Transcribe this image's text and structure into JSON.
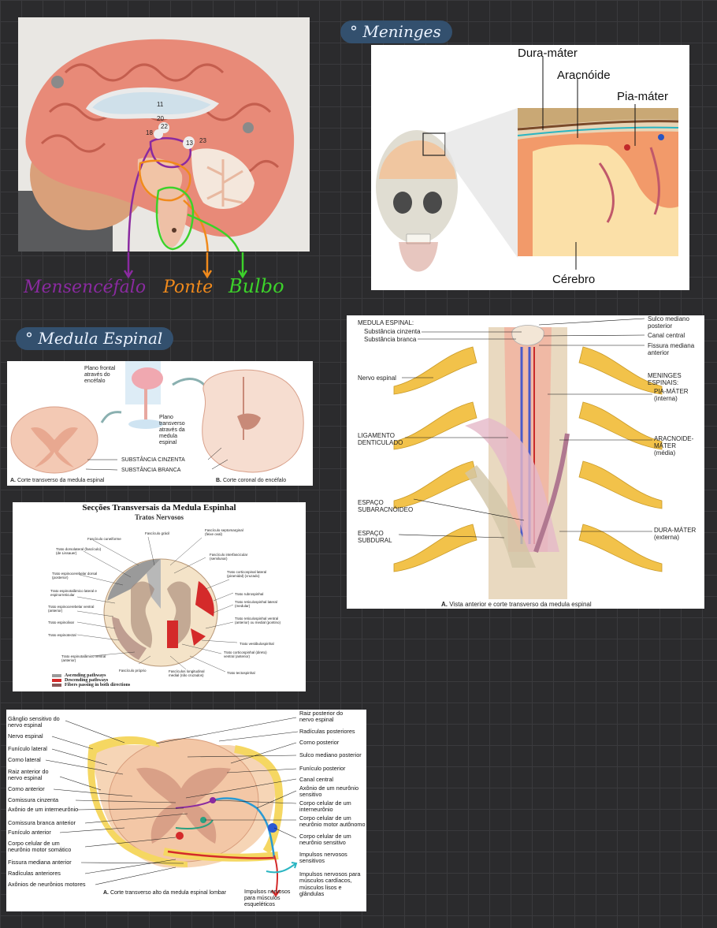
{
  "headings": {
    "meninges": "Meninges",
    "medula": "Medula Espinal"
  },
  "brain_photo": {
    "labels": {
      "mesencefalo": "Mensencéfalo",
      "ponte": "Ponte",
      "bulbo": "Bulbo"
    },
    "markers": [
      "11",
      "20",
      "22",
      "13",
      "23",
      "18"
    ],
    "colors": {
      "mesencefalo": "#8a2aa0",
      "ponte": "#f08a1c",
      "bulbo": "#3cd22a"
    }
  },
  "meninges_fig": {
    "dura": "Dura-máter",
    "aracnoide": "Aracnóide",
    "pia": "Pia-máter",
    "cerebro": "Cérebro"
  },
  "spinal_3d": {
    "title": "MEDULA ESPINAL:",
    "substancia_cinzenta": "Substância cinzenta",
    "substancia_branca": "Substância branca",
    "nervo_espinal": "Nervo espinal",
    "ligamento": [
      "LIGAMENTO",
      "DENTICULADO"
    ],
    "subaracnoideo": [
      "ESPAÇO",
      "SUBARACNÓIDEO"
    ],
    "subdural": [
      "ESPAÇO",
      "SUBDURAL"
    ],
    "sulco": [
      "Sulco mediano",
      "posterior"
    ],
    "canal": "Canal central",
    "fissura": [
      "Fissura mediana",
      "anterior"
    ],
    "meninges": [
      "MENINGES",
      "ESPINAIS:"
    ],
    "pia": [
      "PIA-MÁTER",
      "(interna)"
    ],
    "aracnoide": [
      "ARACNOIDE-",
      "MÁTER",
      "(média)"
    ],
    "dura": [
      "DURA-MÁTER",
      "(externa)"
    ],
    "caption_letter": "A.",
    "caption": "Vista anterior e corte transverso da medula espinal"
  },
  "sections_fig": {
    "plano_frontal": [
      "Plano frontal",
      "através do",
      "encéfalo"
    ],
    "plano_transverso": [
      "Plano",
      "transverso",
      "através da",
      "medula",
      "espinal"
    ],
    "cinzenta": "SUBSTÂNCIA CINZENTA",
    "branca": "SUBSTÂNCIA BRANCA",
    "caption_a_letter": "A.",
    "caption_a": "Corte transverso da medula espinal",
    "caption_b_letter": "B.",
    "caption_b": "Corte coronal do encéfalo"
  },
  "tracts_fig": {
    "title": "Secções Transversais da Medula Espinhal",
    "subtitle": "Tratos Nervosos",
    "left_labels": [
      "Fascículo cuneiforme",
      "Fascículo grácil",
      "Trato dorsolateral (fascículo) (de Lissauer)",
      "Trato espinocerebelar dorsal (posterior)",
      "Trato espinotalâmico lateral e espinorreticular",
      "Trato espinocerebelar ventral (anterior)",
      "Trato espinolivar",
      "Trato espinotectal",
      "Trato espinotalâmico ventral (anterior)",
      "Fascículo próprio"
    ],
    "right_labels": [
      "Fascículo septomarginal (feixe oval)",
      "Fascículo interfascicular (semilunar)",
      "Trato corticospinal lateral (piramidal) (cruzado)",
      "Trato rubrospinhal",
      "Trato reticulospinhal lateral (medular)",
      "Trato reticulospinhal ventral (anterior) ou medial (pontino)",
      "Trato vestibulospinhal",
      "Trato corticospinhal (direto) ventral (anterior)",
      "Trato tectospinhal",
      "Fascículos longitudinal medial (não cruzados)"
    ],
    "legend": [
      "Ascending pathways",
      "Descending pathways",
      "Fibers passing in both directions"
    ],
    "legend_colors": [
      "#9a9a9a",
      "#d42a2a",
      "#8a5a5a"
    ]
  },
  "cord_fig": {
    "left_labels": [
      "Gânglio sensitivo do nervo espinal",
      "Nervo espinal",
      "Funículo lateral",
      "Corno lateral",
      "Raiz anterior do nervo espinal",
      "Corno anterior",
      "Comissura cinzenta",
      "Axônio de um interneurônio",
      "Comissura branca anterior",
      "Funículo anterior",
      "Corpo celular de um neurônio motor somático",
      "Fissura mediana anterior",
      "Radículas anteriores",
      "Axônios de neurônios motores"
    ],
    "right_labels": [
      "Raiz posterior do nervo espinal",
      "Radículas posteriores",
      "Corno posterior",
      "Sulco mediano posterior",
      "Funículo posterior",
      "Canal central",
      "Axônio de um neurônio sensitivo",
      "Corpo celular de um interneurônio",
      "Corpo celular de um neurônio motor autônomo",
      "Corpo celular de um neurônio sensitivo",
      "Impulsos nervosos sensitivos",
      "Impulsos nervosos para músculos cardíacos, músculos lisos e glândulas"
    ],
    "bottom_label": "Impulsos nervosos para músculos esqueléticos",
    "caption_letter": "A.",
    "caption": "Corte transverso alto da medula espinal lombar"
  }
}
